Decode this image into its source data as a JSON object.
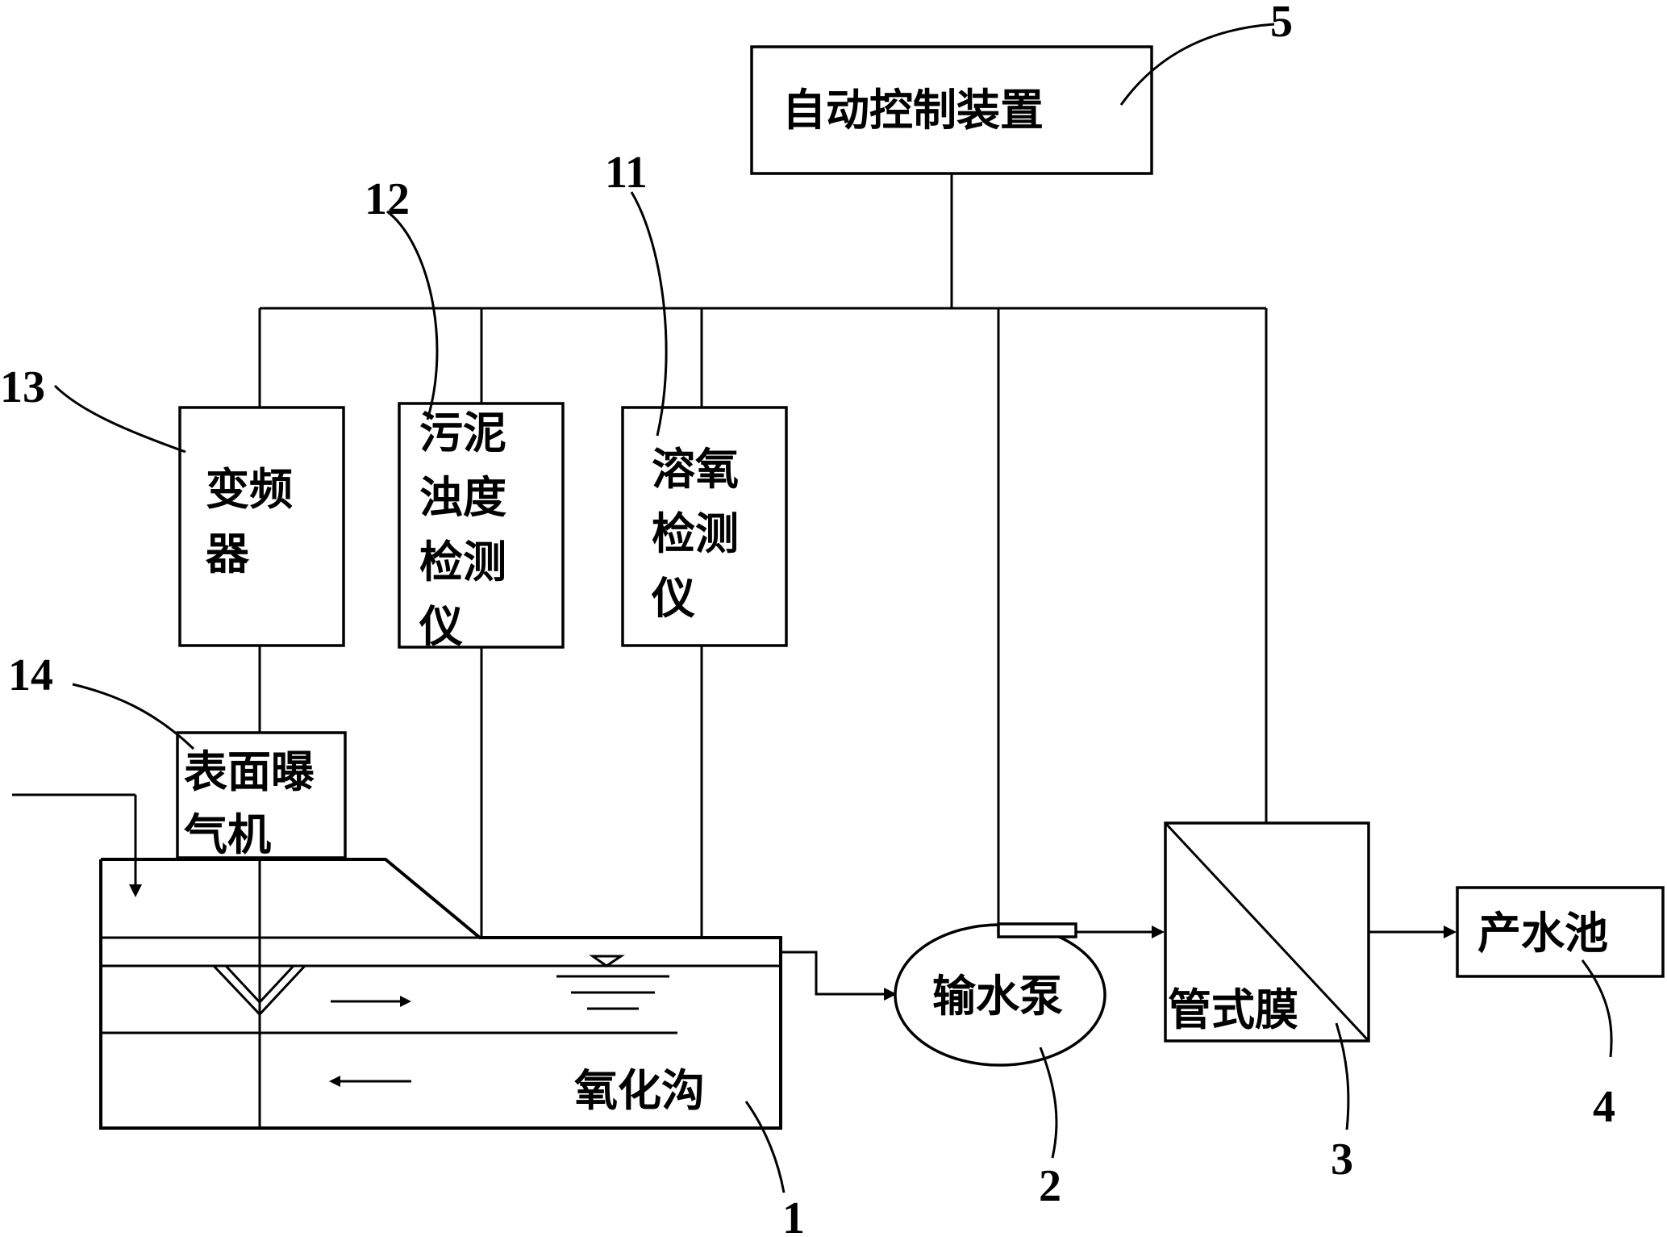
{
  "components": {
    "control": {
      "label": "自动控制装置"
    },
    "inverter": {
      "lines": [
        "变频",
        "器"
      ]
    },
    "sludge": {
      "lines": [
        "污泥",
        "浊度",
        "检测",
        "仪"
      ]
    },
    "oxygen": {
      "lines": [
        "溶氧",
        "检测",
        "仪"
      ]
    },
    "aerator": {
      "lines": [
        "表面曝",
        "气机"
      ]
    },
    "ditch": {
      "label": "氧化沟"
    },
    "pump": {
      "label": "输水泵"
    },
    "membrane": {
      "label": "管式膜"
    },
    "tank": {
      "label": "产水池"
    }
  },
  "callouts": {
    "control": "5",
    "sludge": "12",
    "oxygen": "11",
    "inverter": "13",
    "aerator": "14",
    "ditch": "1",
    "pump": "2",
    "membrane": "3",
    "tank": "4"
  }
}
